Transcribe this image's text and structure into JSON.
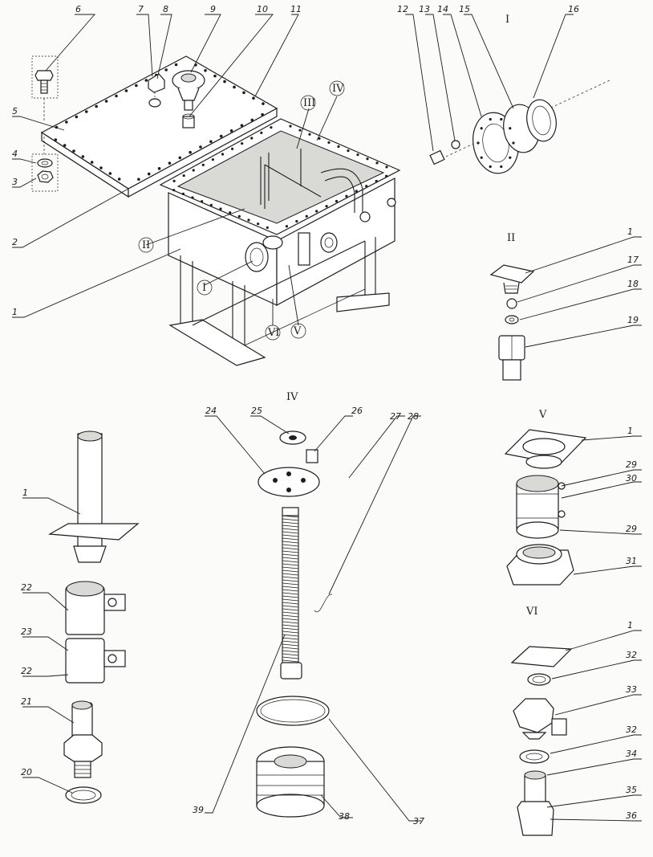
{
  "labels": {
    "l1": "1",
    "l2": "2",
    "l3": "3",
    "l4": "4",
    "l5": "5",
    "l6": "6",
    "l7": "7",
    "l8": "8",
    "l9": "9",
    "l10": "10",
    "l11": "11",
    "l12": "12",
    "l13": "13",
    "l14": "14",
    "l15": "15",
    "l16": "16",
    "l17": "17",
    "l18": "18",
    "l19": "19",
    "l20": "20",
    "l21": "21",
    "l22": "22",
    "l23": "23",
    "l24": "24",
    "l25": "25",
    "l26": "26",
    "l27": "27",
    "l28": "28",
    "l29": "29",
    "l30": "30",
    "l31": "31",
    "l32": "32",
    "l33": "33",
    "l34": "34",
    "l35": "35",
    "l36": "36",
    "l37": "37",
    "l38": "38",
    "l39": "39"
  },
  "views": {
    "v1": "I",
    "v2": "II",
    "v3": "III",
    "v4": "IV",
    "v5": "V",
    "v6": "VI"
  }
}
